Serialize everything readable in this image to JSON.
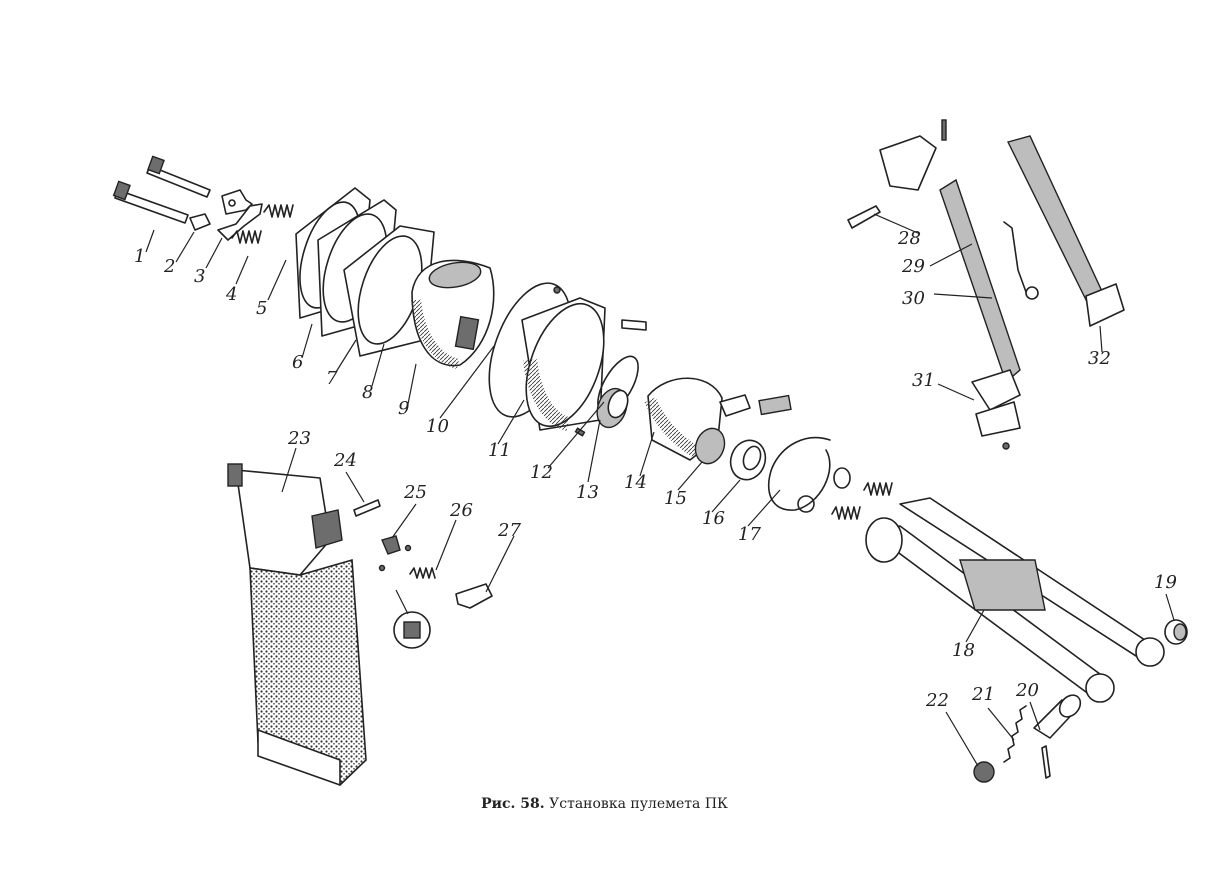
{
  "figure": {
    "caption_prefix": "Рис. 58.",
    "caption_text": "Установка пулемета ПК",
    "labels": [
      "1",
      "2",
      "3",
      "4",
      "5",
      "6",
      "7",
      "8",
      "9",
      "10",
      "11",
      "12",
      "13",
      "14",
      "15",
      "16",
      "17",
      "18",
      "19",
      "20",
      "21",
      "22",
      "23",
      "24",
      "25",
      "26",
      "27",
      "28",
      "29",
      "30",
      "31",
      "32"
    ]
  }
}
